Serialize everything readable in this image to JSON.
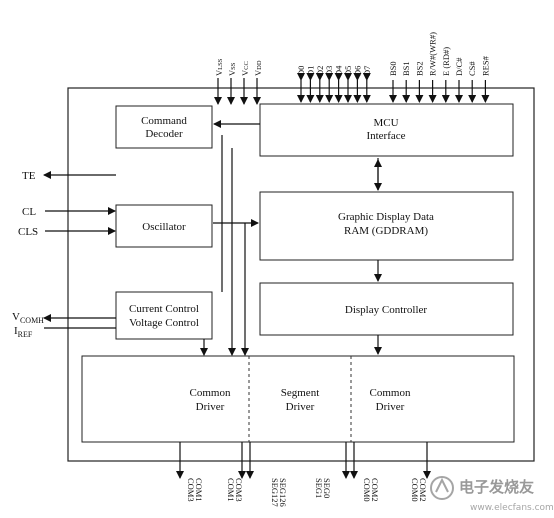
{
  "blocks": {
    "command_decoder": [
      "Command",
      "Decoder"
    ],
    "mcu_interface": [
      "MCU",
      "Interface"
    ],
    "oscillator": "Oscillator",
    "gddram": [
      "Graphic Display Data",
      "RAM (GDDRAM)"
    ],
    "display_controller": "Display Controller",
    "current_control": [
      "Current Control",
      "Voltage Control"
    ],
    "common_driver_left": [
      "Common",
      "Driver"
    ],
    "segment_driver": [
      "Segment",
      "Driver"
    ],
    "common_driver_right": [
      "Common",
      "Driver"
    ]
  },
  "left_signals": {
    "te": "TE",
    "cl": "CL",
    "cls": "CLS",
    "vcomh": "V",
    "vcomh_sub": "COMH",
    "iref": "I",
    "iref_sub": "REF"
  },
  "power_pins": {
    "vlss": "V",
    "vlss_sub": "LSS",
    "vss": "V",
    "vss_sub": "SS",
    "vcc": "V",
    "vcc_sub": "CC",
    "vdd": "V",
    "vdd_sub": "DD"
  },
  "data_pins": [
    "D0",
    "D1",
    "D2",
    "D3",
    "D4",
    "D5",
    "D6",
    "D7"
  ],
  "control_pins": [
    "BS0",
    "BS1",
    "BS2",
    "R/W#(WR#)",
    "E (RD#)",
    "D/C#",
    "CS#",
    "RES#"
  ],
  "bottom_pins": {
    "com_left": [
      "COM1",
      "COM3"
    ],
    "com_left2": [
      "COM1",
      "COM3"
    ],
    "seg_a": [
      "SEG126",
      "SEG127"
    ],
    "seg_b": [
      "SEG0",
      "SEG1"
    ],
    "com_right": [
      "COM2",
      "COM0"
    ],
    "com_right2": [
      "COM0",
      "COM2"
    ]
  },
  "watermark": "电子发烧友",
  "watermark_url": "www.elecfans.com"
}
